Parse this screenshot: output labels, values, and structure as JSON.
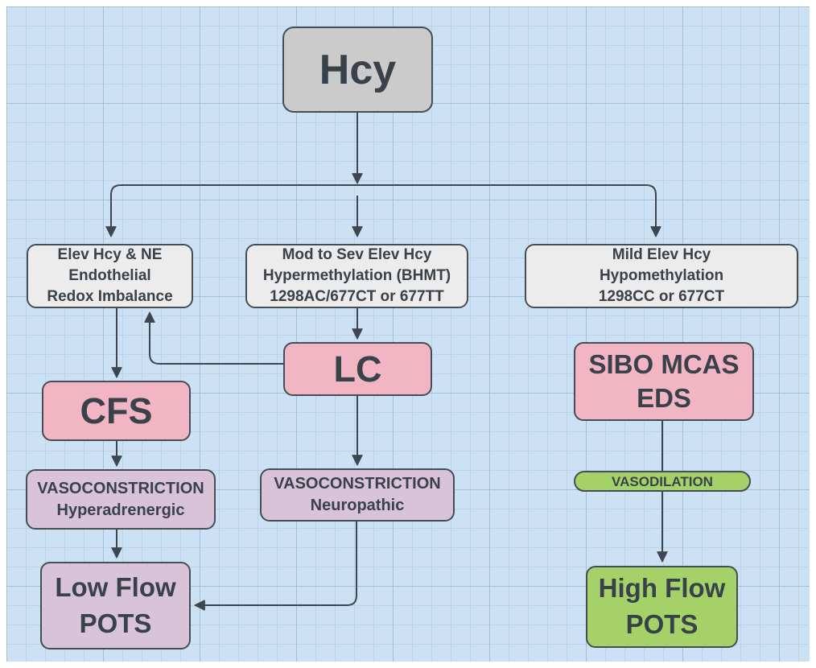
{
  "diagram": {
    "colors": {
      "canvas_blue": "#cce1f3",
      "box_gray_dark": "#cbcbcb",
      "box_gray_light": "#ececec",
      "pink": "#f2b5c4",
      "lavender": "#d8c3d8",
      "green": "#a5d268",
      "stroke": "#454d55",
      "arrow": "#3e474f",
      "text": "#39424b"
    },
    "nodes": {
      "hcy": {
        "label": "Hcy"
      },
      "elev": {
        "line1": "Elev Hcy & NE",
        "line2": "Endothelial",
        "line3": "Redox Imbalance"
      },
      "mod": {
        "line1": "Mod to Sev Elev Hcy",
        "line2": "Hypermethylation (BHMT)",
        "line3": "1298AC/677CT or 677TT"
      },
      "mild": {
        "line1": "Mild Elev Hcy",
        "line2": "Hypomethylation",
        "line3": "1298CC or 677CT"
      },
      "lc": {
        "label": "LC"
      },
      "cfs": {
        "label": "CFS"
      },
      "sibo": {
        "line1": "SIBO MCAS",
        "line2": "EDS"
      },
      "vc_hyper": {
        "line1": "VASOCONSTRICTION",
        "line2": "Hyperadrenergic"
      },
      "vc_neuro": {
        "line1": "VASOCONSTRICTION",
        "line2": "Neuropathic"
      },
      "vasodilation": {
        "label": "VASODILATION"
      },
      "low_flow": {
        "line1": "Low Flow",
        "line2": "POTS"
      },
      "high_flow": {
        "line1": "High Flow",
        "line2": "POTS"
      }
    }
  }
}
